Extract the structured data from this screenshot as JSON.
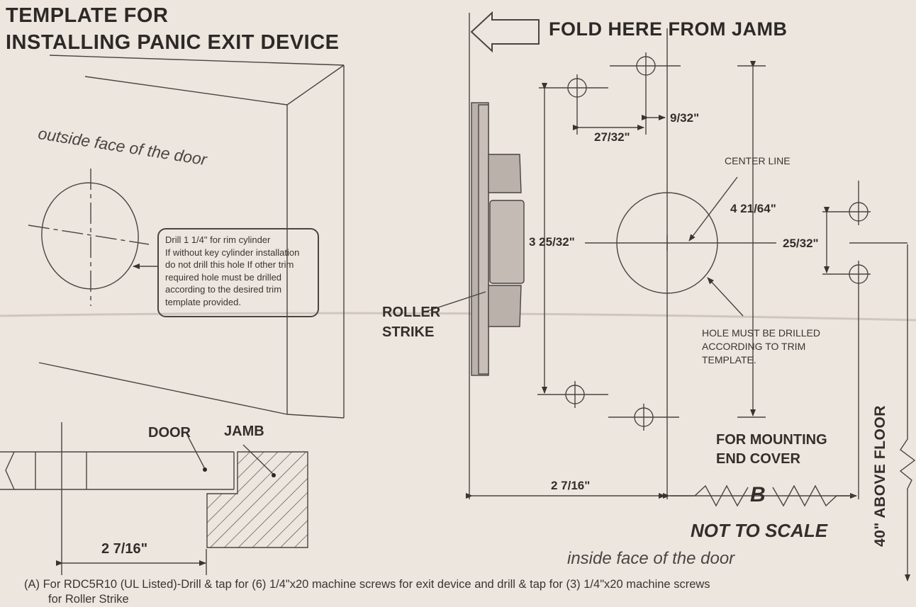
{
  "title": {
    "line1": "TEMPLATE FOR",
    "line2": "INSTALLING PANIC EXIT DEVICE"
  },
  "fold_label": "FOLD HERE FROM JAMB",
  "outside_label": "outside face of the door",
  "inside_label": "inside face of the door",
  "note": {
    "lines": [
      "Drill 1 1/4\" for rim cylinder",
      "If without key cylinder installation",
      "do not drill this hole If other trim",
      "required hole must be drilled",
      "according to the desired trim",
      "template provided."
    ]
  },
  "section": {
    "door_label": "DOOR",
    "jamb_label": "JAMB",
    "dimension": "2 7/16\""
  },
  "strike": {
    "line1": "ROLLER",
    "line2": "STRIKE"
  },
  "dimensions": {
    "d_27_32": "27/32\"",
    "d_9_32": "9/32\"",
    "center_line": "CENTER LINE",
    "d_4_21_64": "4 21/64\"",
    "d_3_25_32": "3 25/32\"",
    "d_25_32": "25/32\"",
    "d_2_7_16": "2 7/16\"",
    "b_label": "B"
  },
  "hole_note": [
    "HOLE MUST BE DRILLED",
    "ACCORDING TO TRIM",
    "TEMPLATE."
  ],
  "mounting_note": [
    "FOR MOUNTING",
    "END COVER"
  ],
  "not_to_scale": "NOT TO SCALE",
  "floor_label": "40\" ABOVE FLOOR",
  "footer": {
    "line1": "(A) For RDC5R10 (UL Listed)-Drill & tap for (6) 1/4\"x20 machine screws for exit device and drill & tap for (3) 1/4\"x20 machine screws",
    "line2": "for Roller Strike"
  }
}
